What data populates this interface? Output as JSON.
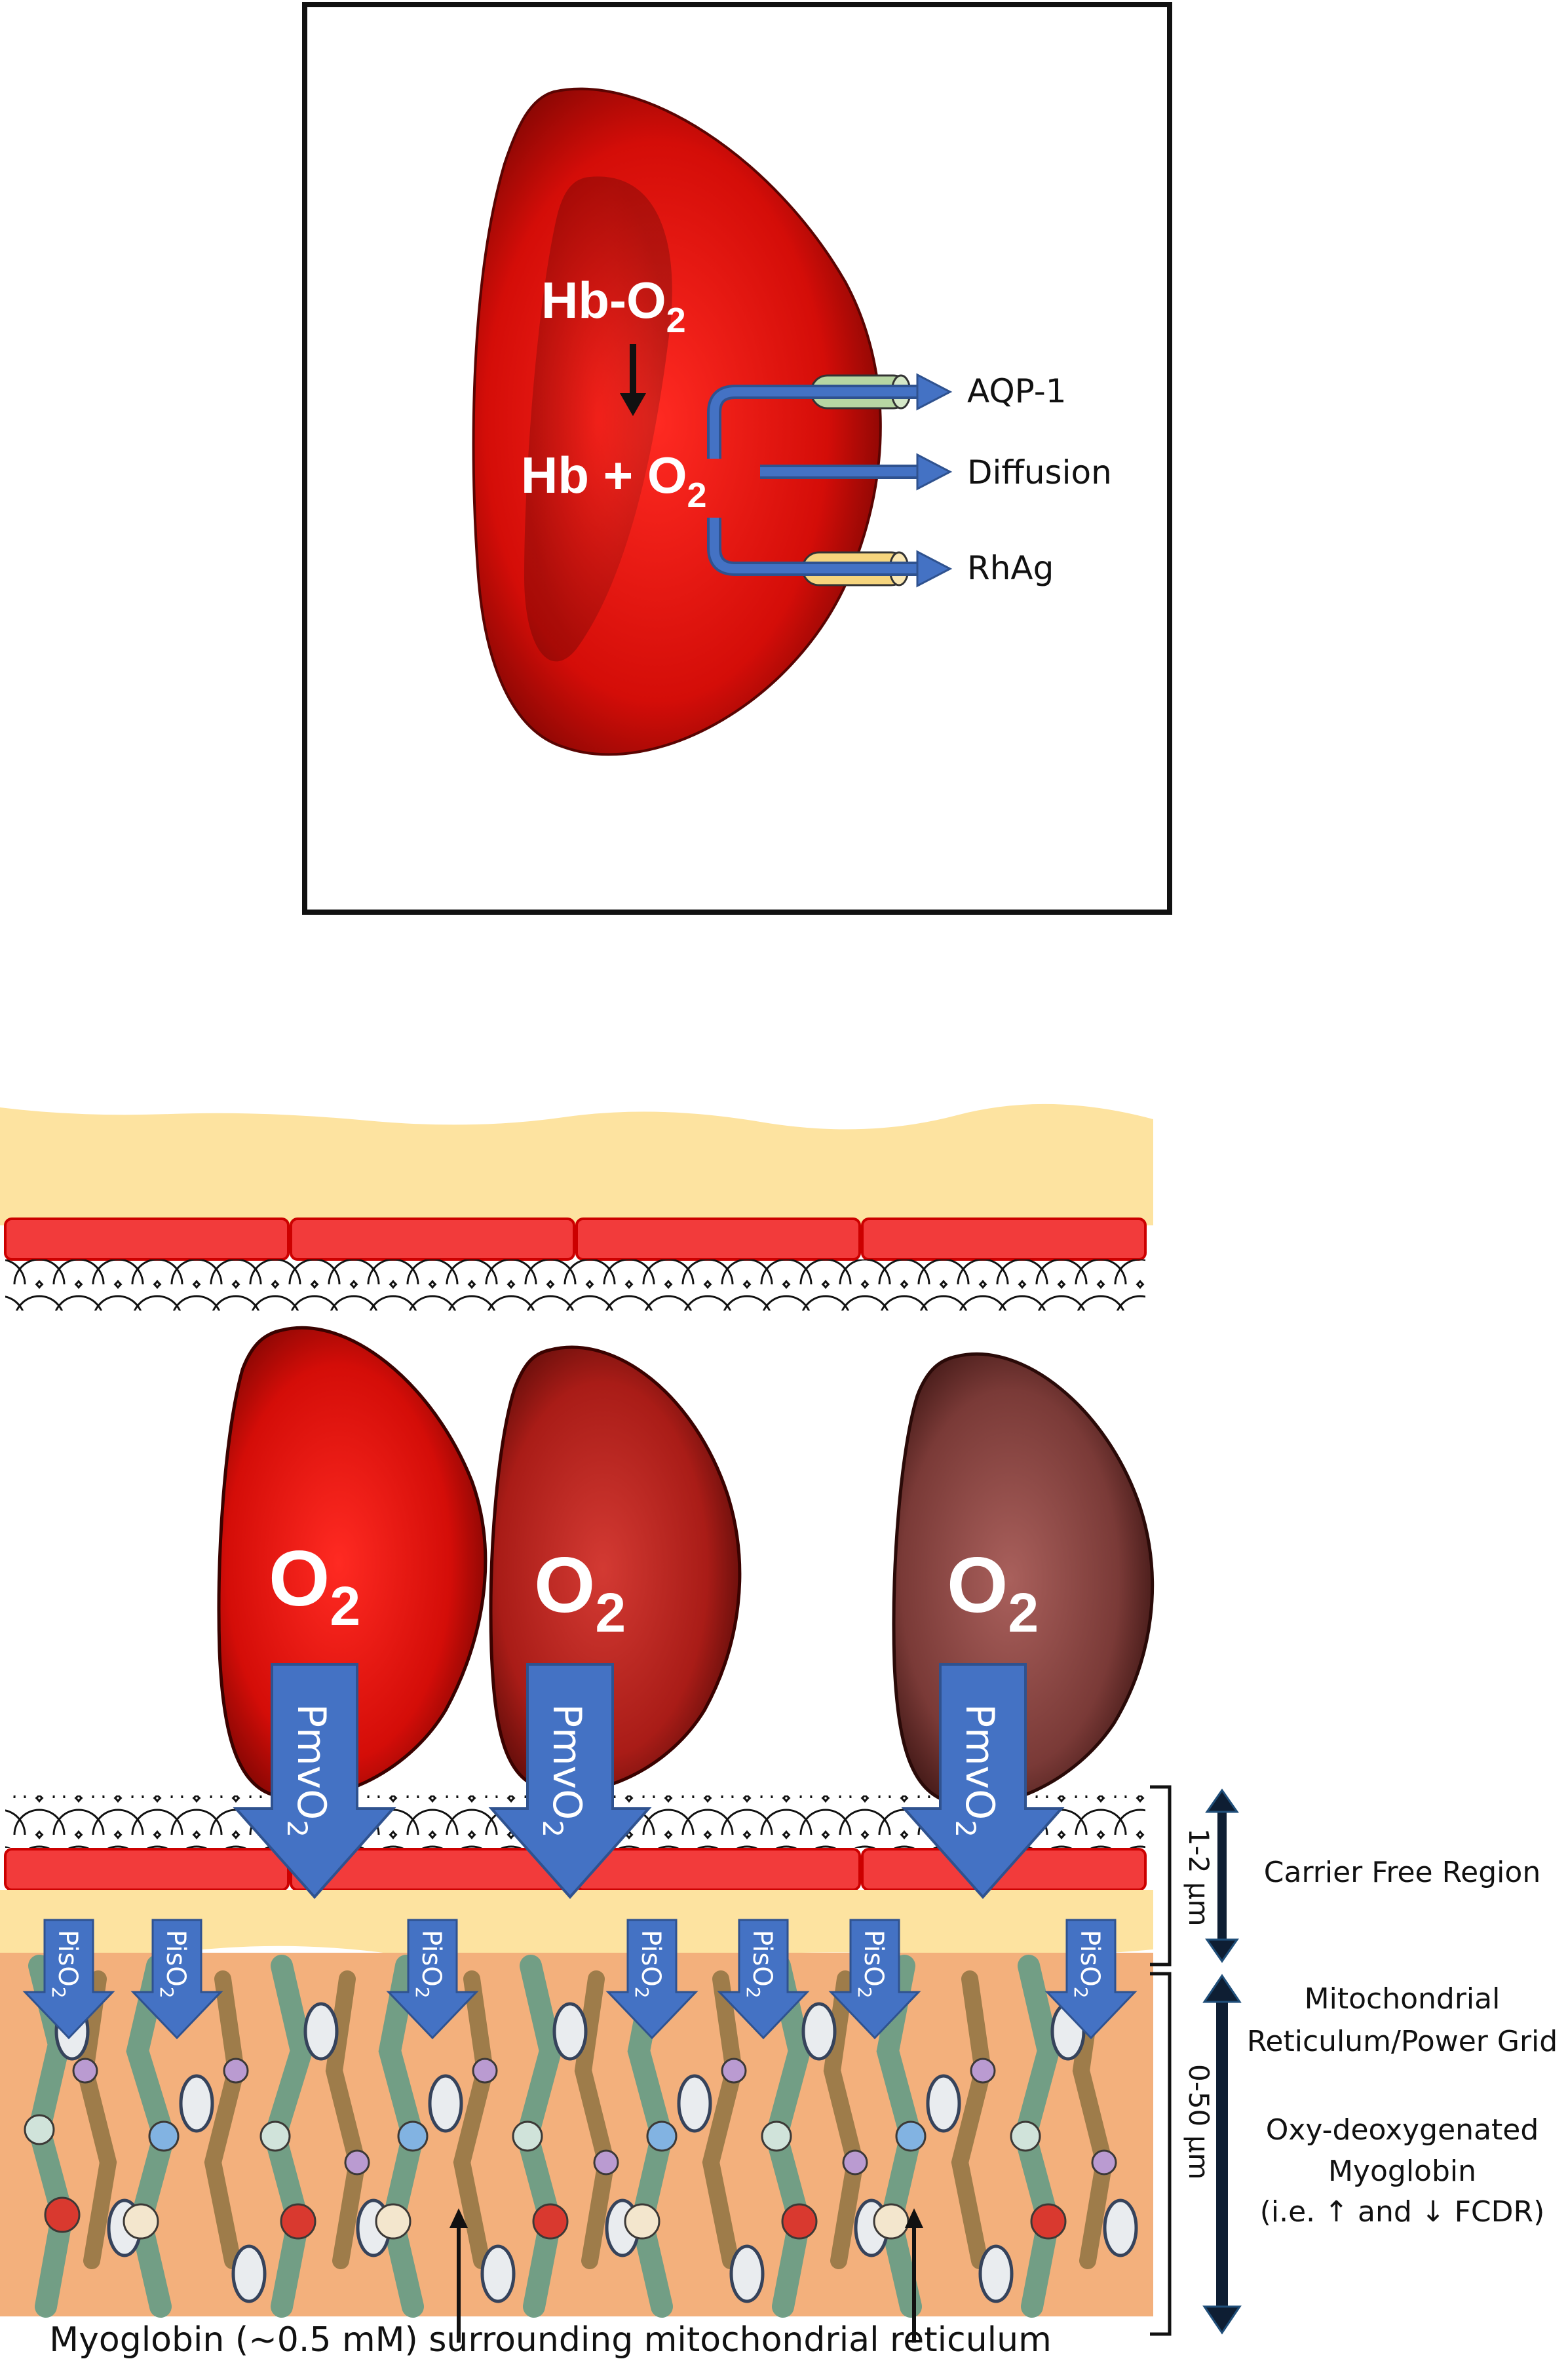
{
  "colors": {
    "rbc_bright": "#d40d08",
    "rbc_mid": "#b11f1a",
    "rbc_dark": "#6e2f2d",
    "endothelium": "#f23b3b",
    "interstitium": "#fde3a0",
    "muscle": "#f3b07c",
    "arrow_blue": "#4472c4",
    "arrow_edge": "#2f528f",
    "channel_green": "#b7d6a3",
    "channel_yellow": "#f6d57d"
  },
  "inset": {
    "hb_o2": "Hb-O",
    "hb_o2_sub": "2",
    "hb_plus_o2": "Hb + O",
    "hb_plus_o2_sub": "2",
    "routes": [
      "AQP-1",
      "Diffusion",
      "RhAg"
    ]
  },
  "capillary": {
    "rbc_o2_label": "O",
    "rbc_o2_sub": "2",
    "pmv_label": "PmvO",
    "pmv_sub": "2",
    "pis_label": "PisO",
    "pis_sub": "2"
  },
  "scale": {
    "carrier_free_range": "1-2 μm",
    "carrier_free_label": "Carrier Free Region",
    "mito_range": "0-50 μm",
    "mito_label_1": "Mitochondrial",
    "mito_label_2": "Reticulum/Power Grid",
    "myo_label_1": "Oxy-deoxygenated",
    "myo_label_2": "Myoglobin",
    "myo_label_3": "(i.e. ↑ and ↓ FCDR)"
  },
  "caption": "Myoglobin (~0.5 mM) surrounding mitochondrial reticulum"
}
